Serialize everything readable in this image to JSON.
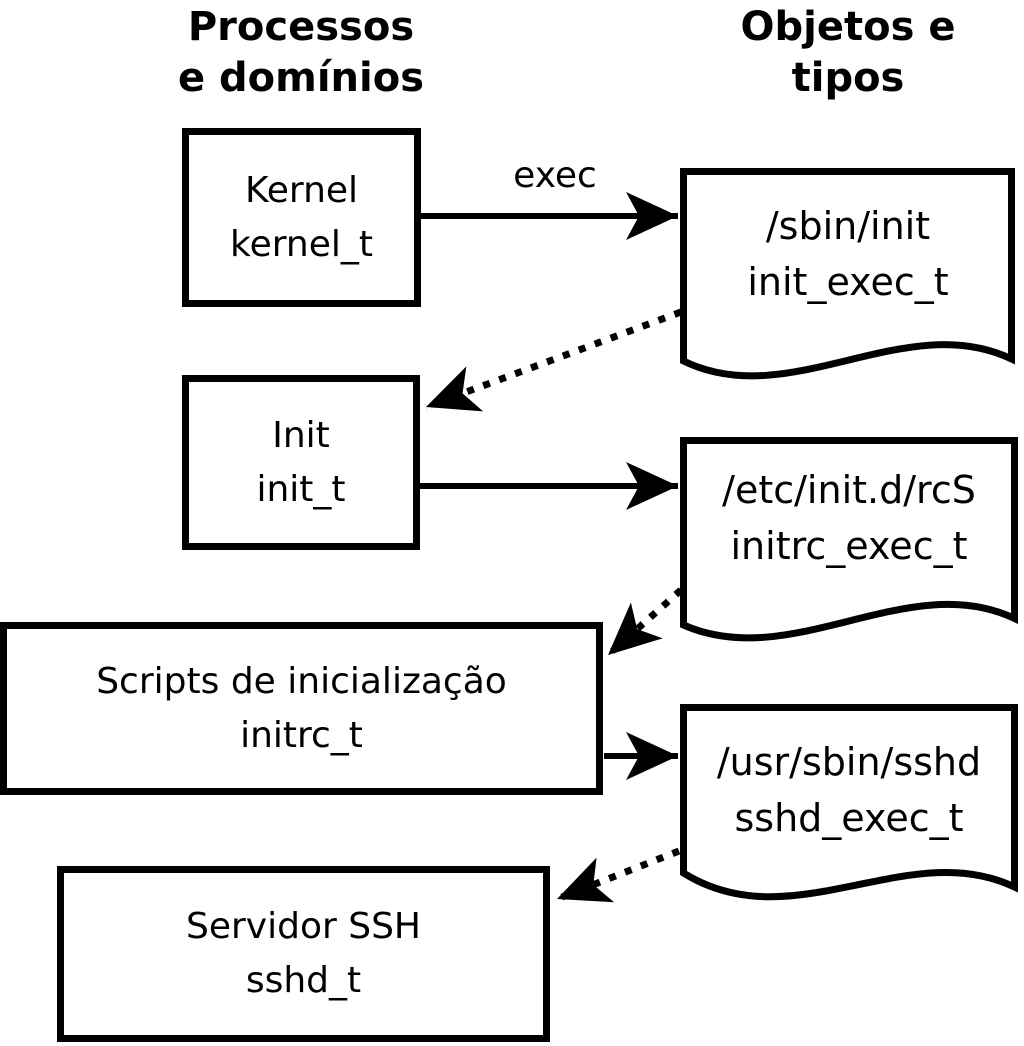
{
  "diagram": {
    "headers": {
      "left": "Processos\ne domínios",
      "right": "Objetos e\ntipos"
    },
    "processes": [
      {
        "name": "Kernel",
        "type": "kernel_t"
      },
      {
        "name": "Init",
        "type": "init_t"
      },
      {
        "name": "Scripts de inicialização",
        "type": "initrc_t"
      },
      {
        "name": "Servidor SSH",
        "type": "sshd_t"
      }
    ],
    "objects": [
      {
        "path": "/sbin/init",
        "type": "init_exec_t"
      },
      {
        "path": "/etc/init.d/rcS",
        "type": "initrc_exec_t"
      },
      {
        "path": "/usr/sbin/sshd",
        "type": "sshd_exec_t"
      }
    ],
    "arrows": {
      "exec_label": "exec"
    },
    "colors": {
      "foreground": "#000000",
      "background": "#ffffff"
    }
  }
}
